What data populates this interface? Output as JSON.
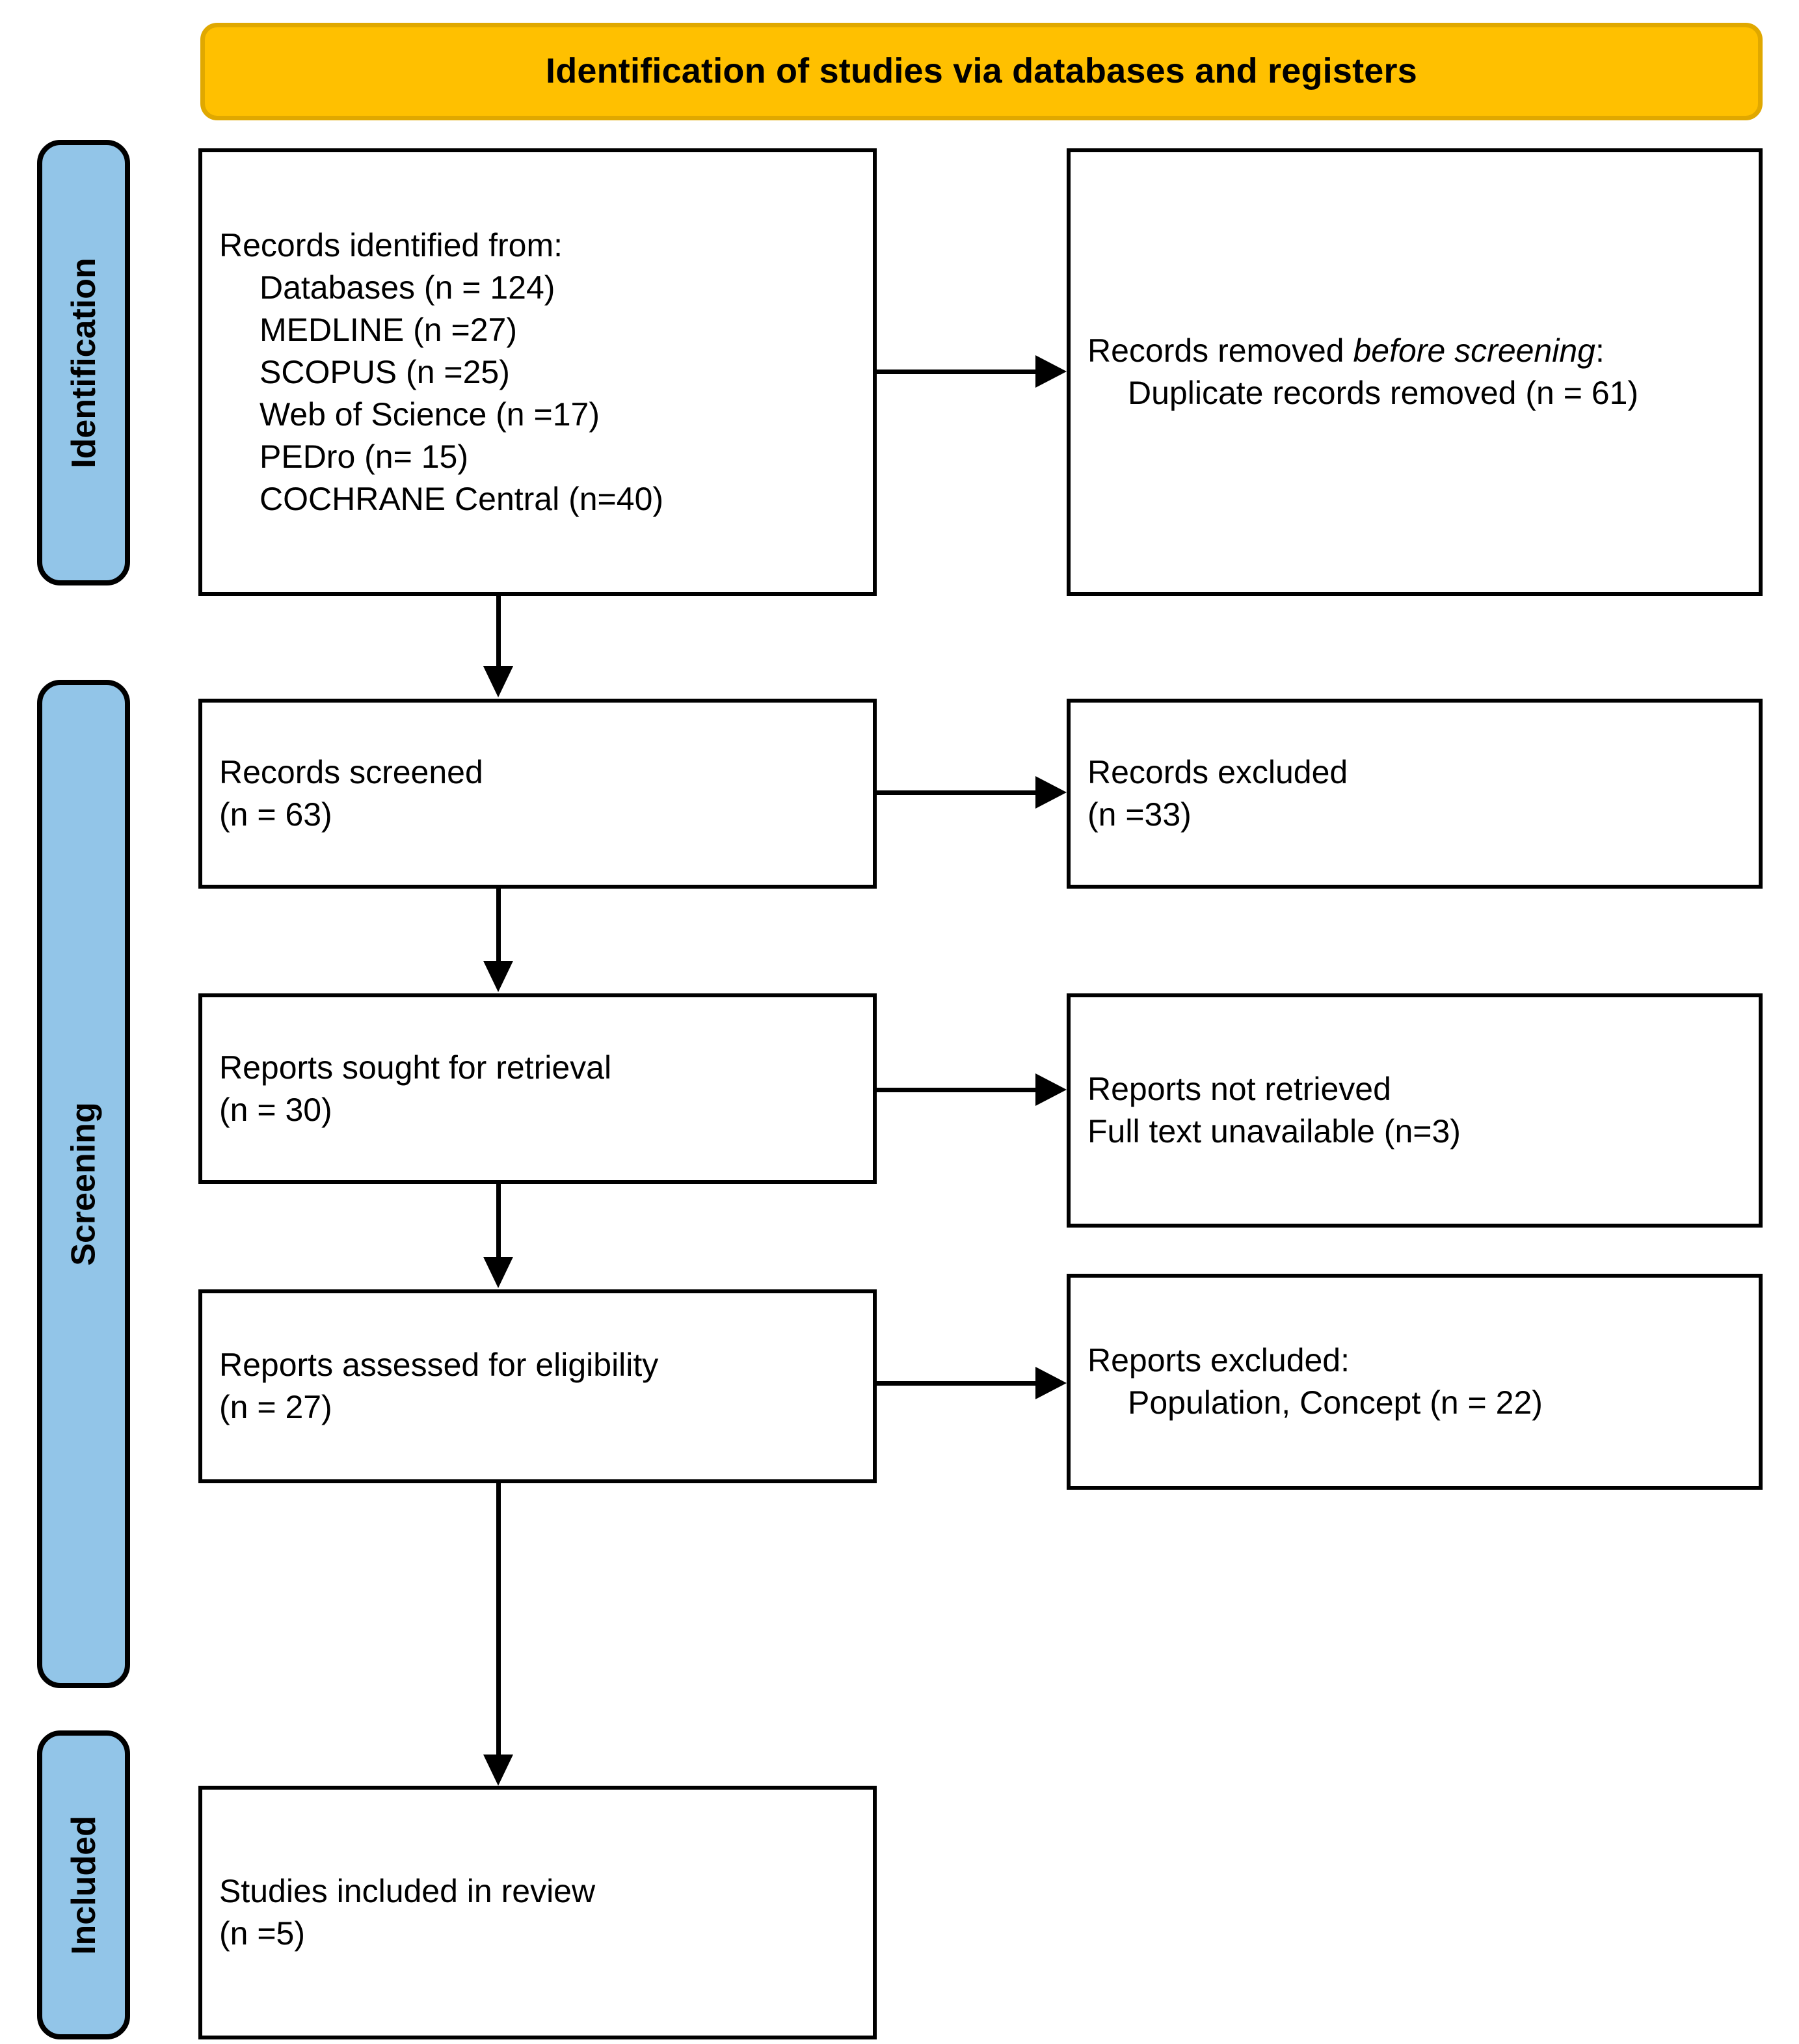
{
  "diagram": {
    "title": "Identification of studies via databases and registers",
    "type": "prisma-flow-diagram",
    "colors": {
      "banner_fill": "#FFC000",
      "banner_border": "#E0A800",
      "stage_tab_fill": "#92C5E8",
      "box_border": "#000000",
      "box_fill": "#FFFFFF",
      "text": "#000000"
    }
  },
  "stages": [
    {
      "id": "identification",
      "label": "Identification"
    },
    {
      "id": "screening",
      "label": "Screening"
    },
    {
      "id": "included",
      "label": "Included"
    }
  ],
  "nodes": {
    "identified": {
      "id": "records-identified-from",
      "lines": [
        {
          "text": "Records identified from:",
          "indent": false
        },
        {
          "text": "Databases (n = 124)",
          "indent": true
        },
        {
          "text": "MEDLINE (n =27)",
          "indent": true
        },
        {
          "text": "SCOPUS (n =25)",
          "indent": true
        },
        {
          "text": "Web of Science (n =17)",
          "indent": true
        },
        {
          "text": "PEDro (n= 15)",
          "indent": true
        },
        {
          "text": "COCHRANE Central (n=40)",
          "indent": true
        }
      ]
    },
    "removed_before_screening": {
      "id": "records-removed-before-screening",
      "heading_plain": "Records removed ",
      "heading_italic": "before screening",
      "heading_colon": ":",
      "lines": [
        {
          "text": "Duplicate records removed (n = 61)",
          "indent": true
        }
      ]
    },
    "screened": {
      "id": "records-screened",
      "lines": [
        {
          "text": "Records screened",
          "indent": false
        },
        {
          "text": "(n = 63)",
          "indent": false
        }
      ]
    },
    "excluded": {
      "id": "records-excluded",
      "lines": [
        {
          "text": "Records excluded",
          "indent": false
        },
        {
          "text": "(n =33)",
          "indent": false
        }
      ]
    },
    "sought": {
      "id": "reports-sought-for-retrieval",
      "lines": [
        {
          "text": "Reports sought for retrieval",
          "indent": false
        },
        {
          "text": "(n = 30)",
          "indent": false
        }
      ]
    },
    "not_retrieved": {
      "id": "reports-not-retrieved",
      "lines": [
        {
          "text": "Reports not retrieved",
          "indent": false
        },
        {
          "text": "Full text unavailable (n=3)",
          "indent": false
        }
      ]
    },
    "assessed": {
      "id": "reports-assessed-for-eligibility",
      "lines": [
        {
          "text": "Reports assessed for eligibility",
          "indent": false
        },
        {
          "text": "(n = 27)",
          "indent": false
        }
      ]
    },
    "reports_excluded": {
      "id": "reports-excluded",
      "lines": [
        {
          "text": "Reports excluded:",
          "indent": false
        },
        {
          "text": "Population, Concept (n = 22)",
          "indent": true
        }
      ]
    },
    "included": {
      "id": "studies-included-in-review",
      "lines": [
        {
          "text": "Studies included in review",
          "indent": false
        },
        {
          "text": "(n =5)",
          "indent": false
        }
      ]
    }
  },
  "counts": {
    "databases_total": 124,
    "medline": 27,
    "scopus": 25,
    "web_of_science": 17,
    "pedro": 15,
    "cochrane_central": 40,
    "duplicates_removed": 61,
    "records_screened": 63,
    "records_excluded": 33,
    "reports_sought": 30,
    "reports_not_retrieved": 3,
    "reports_assessed": 27,
    "reports_excluded": 22,
    "studies_included": 5
  },
  "connectors": [
    {
      "id": "identified-to-removed",
      "direction": "right"
    },
    {
      "id": "identified-to-screened",
      "direction": "down"
    },
    {
      "id": "screened-to-excluded",
      "direction": "right"
    },
    {
      "id": "screened-to-sought",
      "direction": "down"
    },
    {
      "id": "sought-to-not-retrieved",
      "direction": "right"
    },
    {
      "id": "sought-to-assessed",
      "direction": "down"
    },
    {
      "id": "assessed-to-reports-excluded",
      "direction": "right"
    },
    {
      "id": "assessed-to-included",
      "direction": "down"
    }
  ]
}
